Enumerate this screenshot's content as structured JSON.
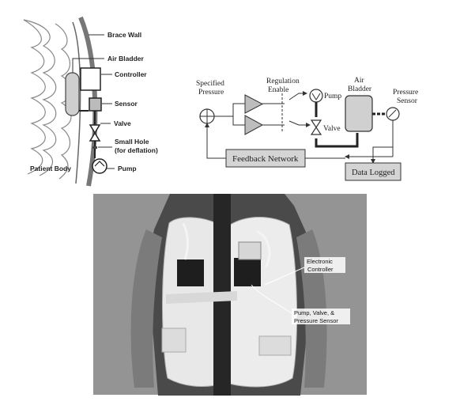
{
  "panel_a": {
    "brace_wall": "Brace Wall",
    "air_bladder": "Air Bladder",
    "controller": "Controller",
    "sensor": "Sensor",
    "valve": "Valve",
    "small_hole_1": "Small Hole",
    "small_hole_2": "(for deflation)",
    "patient_body": "Patient Body",
    "pump": "Pump"
  },
  "panel_b": {
    "specified_1": "Specified",
    "specified_2": "Pressure",
    "regulation_1": "Regulation",
    "regulation_2": "Enable",
    "pump": "Pump",
    "valve": "Valve",
    "air_1": "Air",
    "air_2": "Bladder",
    "pressure_1": "Pressure",
    "pressure_2": "Sensor",
    "feedback": "Feedback Network",
    "data_logged": "Data Logged"
  },
  "panel_c": {
    "controller_1": "Electronic",
    "controller_2": "Controller",
    "pvs_1": "Pump, Valve, &",
    "pvs_2": "Pressure Sensor"
  }
}
